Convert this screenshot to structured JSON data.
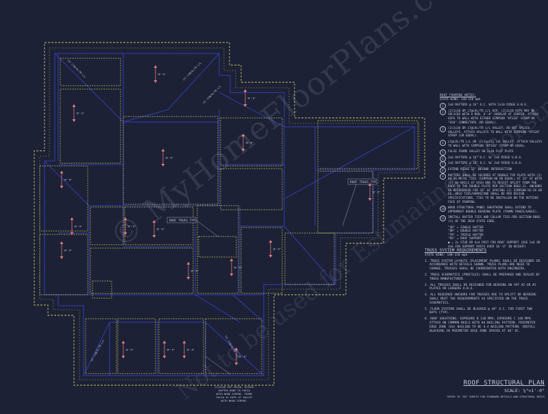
{
  "plan_title": "ROOF STRUCTURAL PLAN",
  "scale": "SCALE: ¼\"=1'-0\"",
  "scale_ref": "REFER TO \"S0\" SHEETS FOR STANDARD DETAILS AND STRUCTURAL NOTES",
  "watermark": "© MyHomeFloorPlans.com",
  "watermark2": "Not to be used for Estimating or Construction",
  "framing_notes": {
    "heading": "ROOF FRAMING NOTES:",
    "subheading": "STATE WIND: 140-150 mph",
    "items": [
      {
        "num": "1",
        "text": "2x8 RAFTERS @ 16\" O.C. WITH 2x10 RIDGE U.N.O."
      },
      {
        "num": "2",
        "text": "(2)2x10 OR LT@LVL/TR L/L HIP, (2)2x10 HIPS MAY BE SPLICED WITH A MIN. 6'-0\" OVERLAP AT CENTER, ATTACH HIPS TO WALL WITH EITHER SIMPSON \"HTS20\" STRAP OR \"H10\" CONNECTORS (OR EQUAL)."
      },
      {
        "num": "3",
        "text": "(2)2x10 OR LT@LVL/TR L/L VALLEY, DO NOT SPLICE VALLEYS. ATTACH VALLEYS TO WALL WITH SIMPSON \"HTS20\" STRAP (OR EQUAL)."
      },
      {
        "num": "4",
        "text": "LT@LVL/TR L/L OR (2)1¾x11⅞ LVL VALLEY. ATTACH VALLEYS TO WALL WITH SIMPSON \"HTS20\" STRAP OR EQUAL."
      },
      {
        "num": "5",
        "text": "FALSE FRAME VALLEY ON 2x10 FLAT PLATE"
      },
      {
        "num": "6",
        "text": "2x6 RAFTERS @ 16\" O.C. W/ 2x8 RIDGE U.N.O."
      },
      {
        "num": "7",
        "text": "2x6 RAFTERS @ 16\" O.C. W/ 2x8 RIDGE U.N.O."
      },
      {
        "num": "8",
        "text": "EXTEND RIDGE 12\" BEYOND INTERSECTION"
      },
      {
        "num": "9",
        "text": "RAFTERS SHALL BE SECURED AT DOUBLE TOP PLATE WITH (2) 8d OR METAL TIES (SIMPSON H8 OR EQUAL) AT 24\" OC WITH (5) 8d NAILS AT EACH END TO RESIST UPLIFT FROM THE ROOF TO THE DOUBLE PLATE PER SECTION R802.11. ANCHORS AS REFERENCED FOR 16\" OC SPACING (2) SIMPSON H2.5A OR EQ. HOLD TIES/HURRICANE SHALL BE PER DESIGN SPECIFICATIONS, TIES TO BE INSTALLED ON THE OUTSIDE FACE OF FRAMING."
      },
      {
        "num": "10",
        "text": "WOOD STRUCTURAL PANEL SHEATHING SHALL EXTEND TO UPPERMOST DOUBLE BEARING PLATE (FRAME RAKES/GABLE)."
      },
      {
        "num": "11",
        "text": "INSTALL RAFTER TIES AND COLLAR TIES PER SECTION R802.(1) OF THE 2018 STATE CODE."
      }
    ],
    "legend": [
      "\"SR\" = SINGLE RAFTER",
      "\"DR\" = DOUBLE RAFTER",
      "\"TR\" = TRIPLE RAFTER",
      "\"RS\" = ROOF SUPPORT",
      "● = 2x STUD OR 4x4 POST FOR ROOF SUPPORT (USE 2x6 OR 4x6 FOR SUPPORT POSTS OVER 10'-0\" IN HEIGHT)"
    ]
  },
  "truss_requirements": {
    "heading": "TRUSS SYSTEM REQUIREMENTS",
    "subheading": "STATE WIND: 140-150 mph",
    "items": [
      "1. TRUSS SYSTEM LAYOUTS (PLACEMENT PLANS) SHALL BE DESIGNED IN ACCORDANCE WITH DETAILS SHOWN. TRUSS PLANS ARE NEED TO CHANGE. TRUSSES SHALL BE COORDINATED WITH ENGINEERS.",
      "2. TRUSS SCHEMATICS (PROFILES) SHALL BE PREPARED AND SEALED BY TRUSS MANUFACTURER.",
      "3. ALL TRUSSES SHALL BE DESIGNED FOR BEARING ON SPF #2 OR #2 PLATES OR LEDGERS U.N.O.",
      "4. ALL REQUIRED ANCHORS FOR TRUSSES DUE TO UPLIFT OR BEARING SHALL MEET THE REQUIREMENTS AS SPECIFIED ON THE TRUSS SCHEMATICS.",
      "5. FLOOR SYSTEMS SHALL BE BLOCKED @ 48\" O.C. FOR FIRST TWO BAYS (TYP).",
      "6. ROOF SHEATHING: EXPOSURE B 130 MPH; EXPOSURE C 140 MPH. ATTACH ON COMMON NAILS WITH 8d NAILING PATTERN. PERIMETER EDGE ZONE (4d) NAILING TO BE 4-4 NAILING PATTERN. INSTALL BLOCKING IN PERIMETER EDGE ZONE SPACED AT 48\" OC."
    ]
  },
  "plan_labels": {
    "roof_truss_1": "ROOF TRUSS TYP.",
    "roof_truss_2": "ROOF TRUSS TYP.",
    "fascia_note": "(2)2x10 SYP FACIA. ATTACH RAFTER ENDS TO FACIA WITH WOOD SCREWS. FRAME FACIA AT HIPS AT VALLEY WITH WOOD SCREWS.",
    "hip_tag": "(2) LT@LVL/TR L/L",
    "span_tag": "16'-0\""
  },
  "colors": {
    "background": "#1c2136",
    "roof_outline": "#c9c35a",
    "framing": "#2f3a9e",
    "dimension": "#e07a7a",
    "text": "#c9cbe0"
  }
}
